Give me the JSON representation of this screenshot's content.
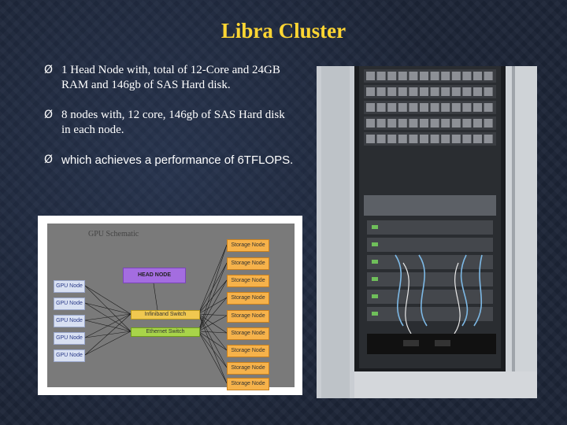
{
  "title": "Libra Cluster",
  "bullets": [
    "1 Head Node with, total of 12-Core  and 24GB RAM and 146gb of SAS Hard disk.",
    "8 nodes with, 12 core, 146gb of SAS Hard disk in each node.",
    "which achieves a performance of 6TFLOPS."
  ],
  "bullet_marker": "Ø",
  "schematic": {
    "title": "GPU Schematic",
    "head_node": "HEAD NODE",
    "infiniband": "Infiniband Switch",
    "ethernet": "Ethernet Switch",
    "gpu_nodes": [
      "GPU Node",
      "GPU Node",
      "GPU Node",
      "GPU Node",
      "GPU Node"
    ],
    "storage_nodes": [
      "Storage Node",
      "Storage Node",
      "Storage Node",
      "Storage Node",
      "Storage Node",
      "Storage Node",
      "Storage Node",
      "Storage Node",
      "Storage Node"
    ]
  },
  "colors": {
    "title": "#ffd633",
    "background": "#1c2436",
    "head_node": "#a46de0",
    "storage_node": "#f6b24a",
    "gpu_node": "#d8e0f2",
    "infiniband": "#f0c850",
    "ethernet": "#a8d44a"
  }
}
